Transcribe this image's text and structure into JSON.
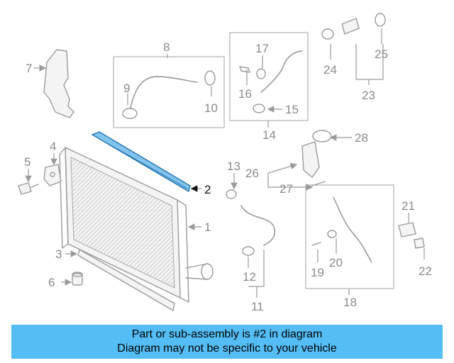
{
  "callouts": [
    "1",
    "2",
    "3",
    "4",
    "5",
    "6",
    "7",
    "8",
    "9",
    "10",
    "11",
    "12",
    "13",
    "14",
    "15",
    "16",
    "17",
    "18",
    "19",
    "20",
    "21",
    "22",
    "23",
    "24",
    "25",
    "26",
    "27",
    "28"
  ],
  "highlight_part": "2",
  "highlight_color": "#4aa8e0",
  "banner": {
    "line1": "Part or sub-assembly is #2 in diagram",
    "line2": "Diagram may not be specific to your vehicle",
    "color": "#55bdf5"
  }
}
